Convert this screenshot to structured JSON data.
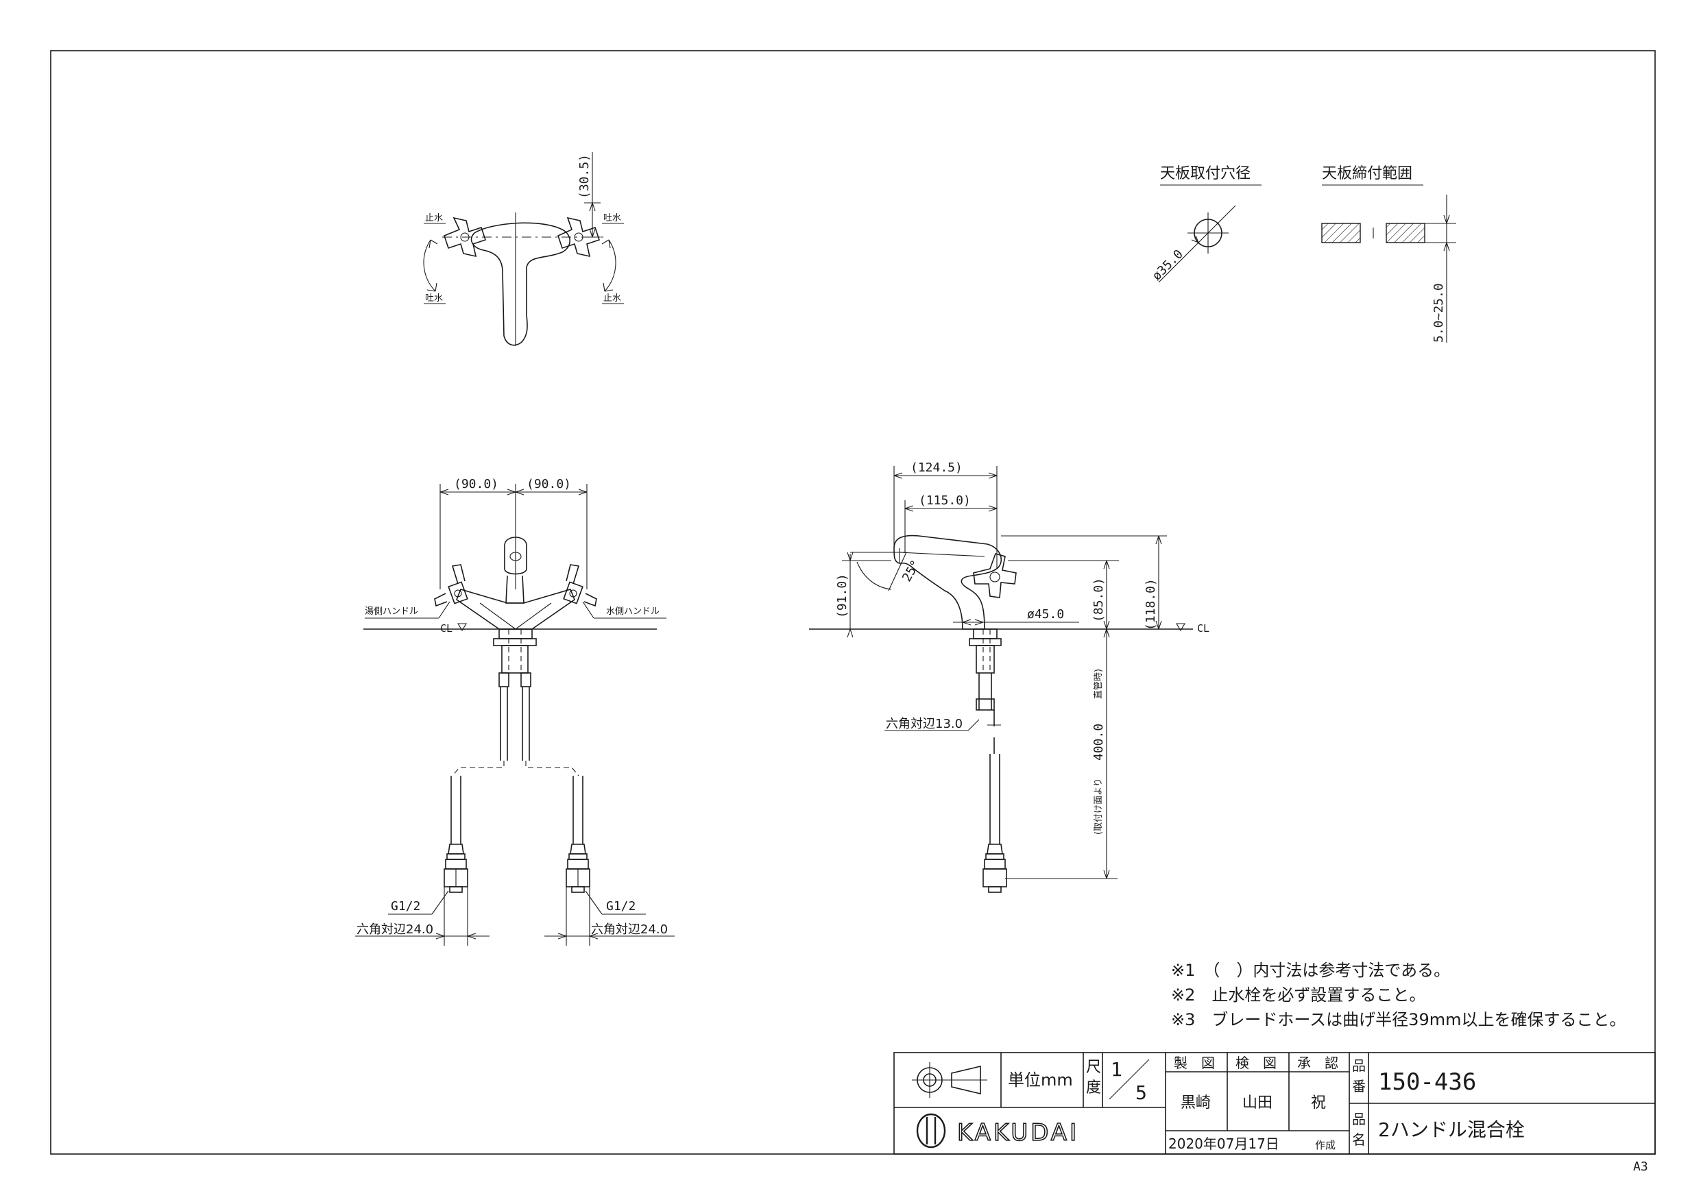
{
  "top_view": {
    "label_stop_left": "止水",
    "label_spout_right": "吐水",
    "label_spout_left": "吐水",
    "label_stop_right": "止水",
    "dim_handle_height": "(30.5)"
  },
  "mounting_hole": {
    "title": "天板取付穴径",
    "dim": "ø35.0"
  },
  "counter_range": {
    "title": "天板締付範囲",
    "dim": "5.0~25.0"
  },
  "front_view": {
    "dim_left": "(90.0)",
    "dim_right": "(90.0)",
    "hot_handle": "湯側ハンドル",
    "cold_handle": "水側ハンドル",
    "cl": "CL",
    "thread_left": "G1/2",
    "thread_right": "G1/2",
    "hex_left": "六角対辺24.0",
    "hex_right": "六角対辺24.0"
  },
  "side_view": {
    "dim_reach_total": "(124.5)",
    "dim_reach_spout": "(115.0)",
    "dim_angle": "25°",
    "dim_height_spout": "(91.0)",
    "dim_base_dia": "ø45.0",
    "dim_height_handle": "(85.0)",
    "dim_height_total": "(118.0)",
    "cl": "CL",
    "hex_nut": "六角対辺13.0",
    "hose_length_label": "(取付け面より",
    "hose_length_value": "400.0",
    "hose_length_note": "直管時)"
  },
  "notes": [
    "※1　（　）内寸法は参考寸法である。",
    "※2　止水栓を必ず設置すること。",
    "※3　ブレードホースは曲げ半径39mm以上を確保すること。"
  ],
  "title_block": {
    "unit_label": "単位mm",
    "scale_label_1": "尺",
    "scale_label_2": "度",
    "scale_num": "1",
    "scale_den": "5",
    "drawn_label": "製　図",
    "checked_label": "検　図",
    "approved_label": "承　認",
    "drawn_by": "黒崎",
    "checked_by": "山田",
    "approved_by": "祝",
    "part_no_label_1": "品",
    "part_no_label_2": "番",
    "part_no": "150-436",
    "part_name_label_1": "品",
    "part_name_label_2": "名",
    "part_name": "2ハンドル混合栓",
    "brand": "KAKUDAI",
    "date": "2020年07月17日",
    "created": "作成"
  },
  "sheet_size": "A3"
}
